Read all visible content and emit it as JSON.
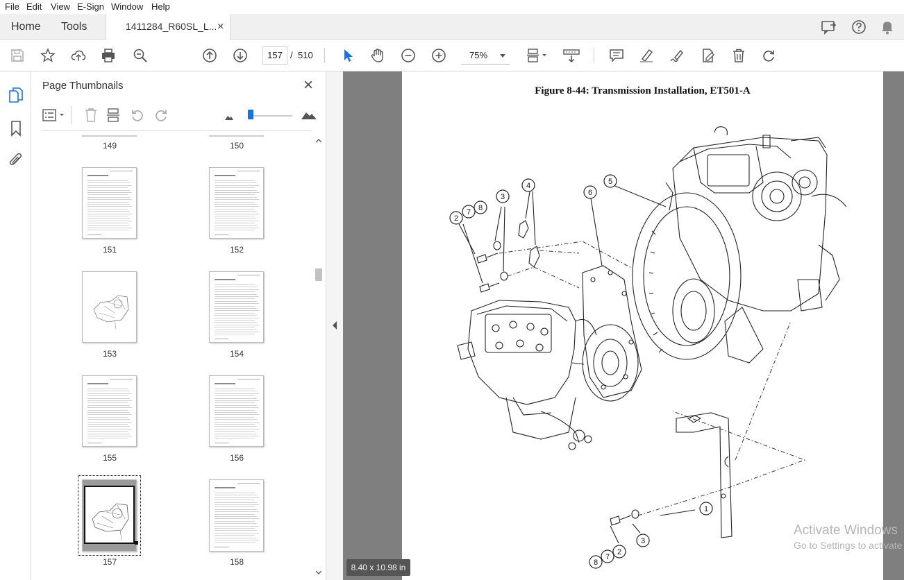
{
  "menu": [
    "File",
    "Edit",
    "View",
    "E-Sign",
    "Window",
    "Help"
  ],
  "tabs": {
    "home": "Home",
    "tools": "Tools",
    "document": "1411284_R60SL_L...",
    "close_glyph": "×"
  },
  "nav": {
    "current_page": "157",
    "separator": "/",
    "total_pages": "510"
  },
  "zoom": {
    "value": "75%"
  },
  "panel": {
    "title": "Page Thumbnails",
    "close_glyph": "×"
  },
  "thumbnails": [
    {
      "page": "149"
    },
    {
      "page": "150"
    },
    {
      "page": "151"
    },
    {
      "page": "152"
    },
    {
      "page": "153"
    },
    {
      "page": "154"
    },
    {
      "page": "155"
    },
    {
      "page": "156"
    },
    {
      "page": "157",
      "selected": true
    },
    {
      "page": "158"
    }
  ],
  "document": {
    "figure_title": "Figure 8-44:  Transmission Installation, ET501-A",
    "callouts": [
      "2",
      "7",
      "8",
      "3",
      "4",
      "6",
      "5",
      "1",
      "3",
      "2",
      "7",
      "8"
    ]
  },
  "page_size": "8.40 x 10.98 in",
  "watermark": {
    "line1": "Activate Windows",
    "line2": "Go to Settings to activate Windows."
  },
  "colors": {
    "accent": "#1473e6",
    "viewer_bg": "#7f7f7f",
    "tab_bg": "#f0f0f0"
  }
}
